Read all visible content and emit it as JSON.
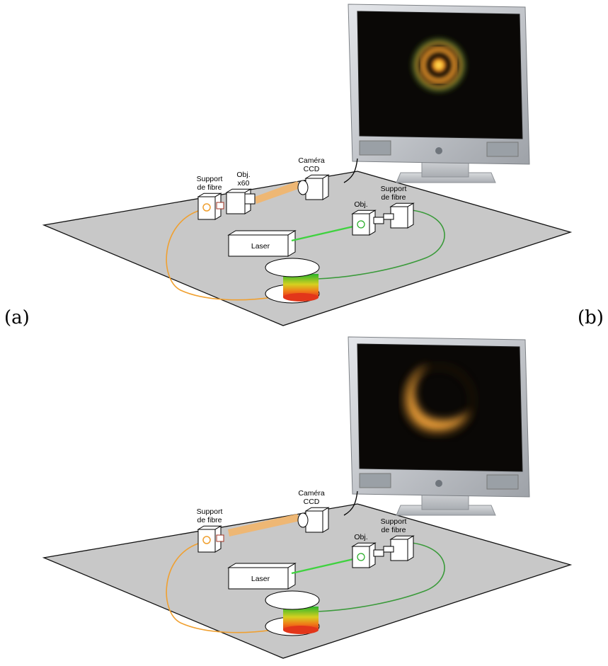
{
  "panels": [
    {
      "letter": "(a)",
      "labels": {
        "support_left": [
          "Support",
          "de fibre"
        ],
        "objective_left": [
          "Obj.",
          "x60"
        ],
        "camera": [
          "Caméra",
          "CCD"
        ],
        "objective_right": [
          "Obj."
        ],
        "support_right": [
          "Support",
          "de fibre"
        ],
        "laser": "Laser"
      },
      "screen_pattern": "ring"
    },
    {
      "letter": "(b)",
      "labels": {
        "support_left": [
          "Support",
          "de fibre"
        ],
        "camera": [
          "Caméra",
          "CCD"
        ],
        "objective_right": [
          "Obj."
        ],
        "support_right": [
          "Support",
          "de fibre"
        ],
        "laser": "Laser"
      },
      "screen_pattern": "crescent"
    }
  ],
  "colors": {
    "table": "#c8c8c8",
    "fiber_orange": "#f0a030",
    "fiber_green": "#3a9a3a",
    "laser_beam": "#3fd23f",
    "camera_beam": "#f2b56a",
    "monitor_body": "#c9ccd0",
    "screen_bg": "#0a0806"
  }
}
